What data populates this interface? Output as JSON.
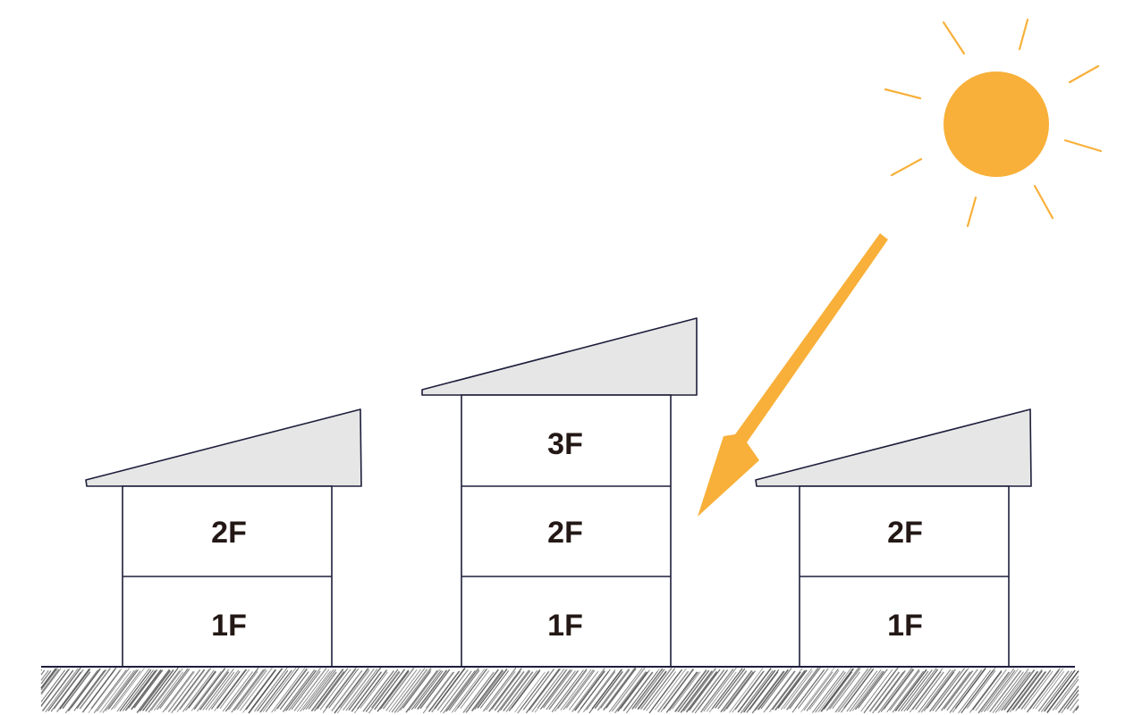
{
  "colors": {
    "sun": "#f8b03a",
    "arrow": "#f8b03a",
    "roof_fill": "#e6e6e6",
    "outline": "#1e1e3c",
    "label": "#231815",
    "ground_hatch": "#555555"
  },
  "icons": {
    "sun": "sun-icon",
    "sunlight_arrow": "arrow-down-left-icon"
  },
  "buildings": {
    "left": {
      "floor_2": "2F",
      "floor_1": "1F"
    },
    "center": {
      "floor_3": "3F",
      "floor_2": "2F",
      "floor_1": "1F"
    },
    "right": {
      "floor_2": "2F",
      "floor_1": "1F"
    }
  }
}
